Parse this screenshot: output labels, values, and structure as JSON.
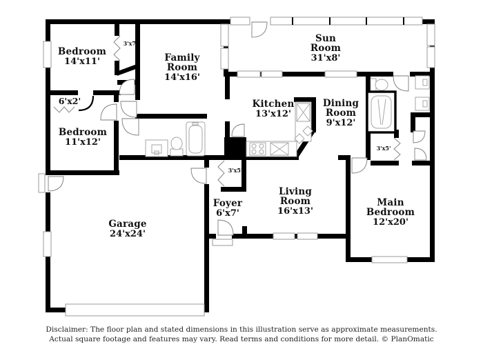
{
  "colors": {
    "wall": "#000000",
    "window_stroke": "#9a9a9a",
    "door_stroke": "#7d7d7d",
    "fixture_stroke": "#a6a6a6",
    "text": "#111111",
    "background": "#ffffff"
  },
  "rooms": {
    "bedroom1": {
      "lines": [
        "Bedroom",
        "14'x11'"
      ]
    },
    "closet37": {
      "lines": [
        "3'x7'"
      ]
    },
    "family": {
      "lines": [
        "Family",
        "Room",
        "14'x16'"
      ]
    },
    "sunroom": {
      "lines": [
        "Sun",
        "Room",
        "31'x8'"
      ]
    },
    "closet62": {
      "lines": [
        "6'x2'"
      ]
    },
    "bedroom2": {
      "lines": [
        "Bedroom",
        "11'x12'"
      ]
    },
    "kitchen": {
      "lines": [
        "Kitchen",
        "13'x12'"
      ]
    },
    "dining": {
      "lines": [
        "Dining",
        "Room",
        "9'x12'"
      ]
    },
    "closet35_bath": {
      "lines": [
        "3'x5'"
      ]
    },
    "closet35_foyer": {
      "lines": [
        "3'x5'"
      ]
    },
    "garage": {
      "lines": [
        "Garage",
        "24'x24'"
      ]
    },
    "foyer": {
      "lines": [
        "Foyer",
        "6'x7'"
      ]
    },
    "living": {
      "lines": [
        "Living",
        "Room",
        "16'x13'"
      ]
    },
    "mainbed": {
      "lines": [
        "Main",
        "Bedroom",
        "12'x20'"
      ]
    }
  },
  "fixtures": [
    "bathtub",
    "toilet",
    "sink-vanity",
    "shower",
    "double-sinks",
    "stove",
    "kitchen-counter",
    "pantry"
  ],
  "footer": {
    "line1": "Disclaimer: The floor plan and stated dimensions in this illustration serve as approximate measurements.",
    "line2": "Actual square footage and features may vary. Read terms and conditions for more detail. © PlanOmatic"
  }
}
